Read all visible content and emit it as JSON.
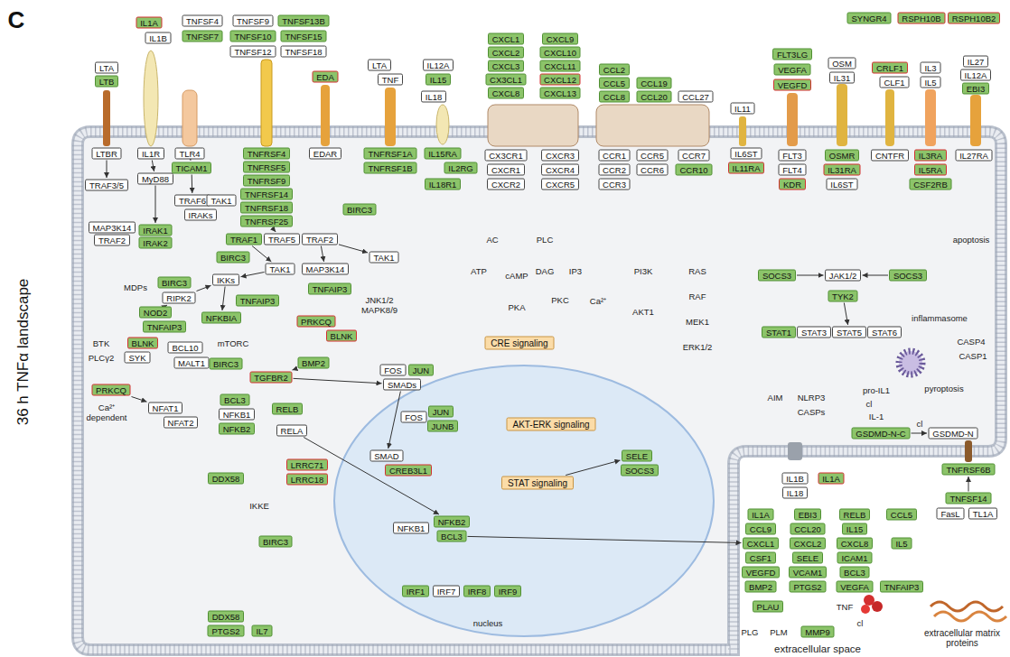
{
  "diagram": {
    "nodes": [
      {
        "text": [
          "SYNGR4"
        ]
      },
      {
        "text": [
          "RSPH10B"
        ]
      },
      {
        "text": [
          "RSPH10B2"
        ]
      },
      {
        "text": [
          "LTA"
        ]
      },
      {
        "text": [
          "LTB"
        ]
      },
      {
        "text": [
          "IL1A"
        ]
      },
      {
        "text": [
          "IL1B"
        ]
      },
      {
        "text": [
          "TNFSF4"
        ]
      },
      {
        "text": [
          "TNFSF9"
        ]
      },
      {
        "text": [
          "TNFSF13B"
        ]
      },
      {
        "text": [
          "TNFSF7"
        ]
      },
      {
        "text": [
          "TNFSF10"
        ]
      },
      {
        "text": [
          "TNFSF15"
        ]
      },
      {
        "text": [
          "TNFSF12"
        ]
      },
      {
        "text": [
          "TNFSF18"
        ]
      },
      {
        "text": [
          "EDA"
        ]
      },
      {
        "text": [
          "LTA"
        ]
      },
      {
        "text": [
          "TNF"
        ]
      },
      {
        "text": [
          "IL12A"
        ]
      },
      {
        "text": [
          "IL15"
        ]
      },
      {
        "text": [
          "IL18"
        ]
      },
      {
        "text": [
          "CXCL1"
        ]
      },
      {
        "text": [
          "CXCL2"
        ]
      },
      {
        "text": [
          "CXCL3"
        ]
      },
      {
        "text": [
          "CX3CL1"
        ]
      },
      {
        "text": [
          "CXCL8"
        ]
      },
      {
        "text": [
          "CXCL9"
        ]
      },
      {
        "text": [
          "CXCL10"
        ]
      },
      {
        "text": [
          "CXCL11"
        ]
      },
      {
        "text": [
          "CXCL12"
        ]
      },
      {
        "text": [
          "CXCL13"
        ]
      },
      {
        "text": [
          "CCL2"
        ]
      },
      {
        "text": [
          "CCL5"
        ]
      },
      {
        "text": [
          "CCL8"
        ]
      },
      {
        "text": [
          "CCL19"
        ]
      },
      {
        "text": [
          "CCL20"
        ]
      },
      {
        "text": [
          "CCL27"
        ]
      },
      {
        "text": [
          "IL11"
        ]
      },
      {
        "text": [
          "FLT3LG"
        ]
      },
      {
        "text": [
          "VEGFA"
        ]
      },
      {
        "text": [
          "VEGFD"
        ]
      },
      {
        "text": [
          "OSM"
        ]
      },
      {
        "text": [
          "IL31"
        ]
      },
      {
        "text": [
          "CRLF1"
        ]
      },
      {
        "text": [
          "CLF1"
        ]
      },
      {
        "text": [
          "IL3"
        ]
      },
      {
        "text": [
          "IL5"
        ]
      },
      {
        "text": [
          "IL27"
        ]
      },
      {
        "text": [
          "IL12A"
        ]
      },
      {
        "text": [
          "EBI3"
        ]
      },
      {
        "text": [
          "LTBR"
        ]
      },
      {
        "text": [
          "IL1R"
        ]
      },
      {
        "text": [
          "TLR4"
        ]
      },
      {
        "text": [
          "TNFRSF4"
        ]
      },
      {
        "text": [
          "TNFRSF5"
        ]
      },
      {
        "text": [
          "TNFRSF9"
        ]
      },
      {
        "text": [
          "TNFRSF14"
        ]
      },
      {
        "text": [
          "TNFRSF18"
        ]
      },
      {
        "text": [
          "TNFRSF25"
        ]
      },
      {
        "text": [
          "EDAR"
        ]
      },
      {
        "text": [
          "TNFRSF1A"
        ]
      },
      {
        "text": [
          "TNFRSF1B"
        ]
      },
      {
        "text": [
          "IL15RA"
        ]
      },
      {
        "text": [
          "IL2RG"
        ]
      },
      {
        "text": [
          "IL18R1"
        ]
      },
      {
        "text": [
          "CX3CR1"
        ]
      },
      {
        "text": [
          "CXCR1"
        ]
      },
      {
        "text": [
          "CXCR2"
        ]
      },
      {
        "text": [
          "CXCR3"
        ]
      },
      {
        "text": [
          "CXCR4"
        ]
      },
      {
        "text": [
          "CXCR5"
        ]
      },
      {
        "text": [
          "CCR1"
        ]
      },
      {
        "text": [
          "CCR2"
        ]
      },
      {
        "text": [
          "CCR3"
        ]
      },
      {
        "text": [
          "CCR5"
        ]
      },
      {
        "text": [
          "CCR6"
        ]
      },
      {
        "text": [
          "CCR7"
        ]
      },
      {
        "text": [
          "CCR10"
        ]
      },
      {
        "text": [
          "IL6ST"
        ]
      },
      {
        "text": [
          "IL11RA"
        ]
      },
      {
        "text": [
          "FLT3"
        ]
      },
      {
        "text": [
          "FLT4"
        ]
      },
      {
        "text": [
          "KDR"
        ]
      },
      {
        "text": [
          "OSMR"
        ]
      },
      {
        "text": [
          "IL31RA"
        ]
      },
      {
        "text": [
          "IL6ST"
        ]
      },
      {
        "text": [
          "CNTFR"
        ]
      },
      {
        "text": [
          "IL3RA"
        ]
      },
      {
        "text": [
          "IL5RA"
        ]
      },
      {
        "text": [
          "CSF2RB"
        ]
      },
      {
        "text": [
          "IL27RA"
        ]
      },
      {
        "text": [
          "MyD88"
        ]
      },
      {
        "text": [
          "TICAM1"
        ]
      },
      {
        "text": [
          "TRAF3/5"
        ]
      },
      {
        "text": [
          "TRAF6"
        ]
      },
      {
        "text": [
          "TAK1"
        ]
      },
      {
        "text": [
          "IRAKs"
        ]
      },
      {
        "text": [
          "IRAK1"
        ]
      },
      {
        "text": [
          "IRAK2"
        ]
      },
      {
        "text": [
          "MAP3K14"
        ]
      },
      {
        "text": [
          "TRAF2"
        ]
      },
      {
        "text": [
          "TRAF1"
        ]
      },
      {
        "text": [
          "TRAF5"
        ]
      },
      {
        "text": [
          "TRAF2"
        ]
      },
      {
        "text": [
          "BIRC3"
        ]
      },
      {
        "text": [
          "BIRC3"
        ]
      },
      {
        "text": [
          "TAK1"
        ]
      },
      {
        "text": [
          "MAP3K14"
        ]
      },
      {
        "text": [
          "TAK1"
        ]
      },
      {
        "text": [
          "TNFAIP3"
        ]
      },
      {
        "text": [
          "IKKs"
        ]
      },
      {
        "text": [
          "TNFAIP3"
        ]
      },
      {
        "text": [
          "BIRC3"
        ]
      },
      {
        "text": [
          "RIPK2"
        ]
      },
      {
        "text": [
          "NOD2"
        ]
      },
      {
        "text": [
          "TNFAIP3"
        ]
      },
      {
        "text": [
          "NFKBIA"
        ]
      },
      {
        "text": [
          "BLNK"
        ]
      },
      {
        "text": [
          "SYK"
        ]
      },
      {
        "text": [
          "BCL10"
        ]
      },
      {
        "text": [
          "MALT1"
        ]
      },
      {
        "text": [
          "BIRC3"
        ]
      },
      {
        "text": [
          "PRKCQ"
        ]
      },
      {
        "text": [
          "NFAT1"
        ]
      },
      {
        "text": [
          "NFAT2"
        ]
      },
      {
        "text": [
          "PRKCQ"
        ]
      },
      {
        "text": [
          "BLNK"
        ]
      },
      {
        "text": [
          "BMP2"
        ]
      },
      {
        "text": [
          "TGFBR2"
        ]
      },
      {
        "text": [
          "FOS"
        ]
      },
      {
        "text": [
          "JUN"
        ]
      },
      {
        "text": [
          "SMADs"
        ]
      },
      {
        "text": [
          "BCL3"
        ]
      },
      {
        "text": [
          "NFKB1"
        ]
      },
      {
        "text": [
          "RELB"
        ]
      },
      {
        "text": [
          "NFKB2"
        ]
      },
      {
        "text": [
          "RELA"
        ]
      },
      {
        "text": [
          "LRRC71"
        ]
      },
      {
        "text": [
          "LRRC18"
        ]
      },
      {
        "text": [
          "DDX58"
        ]
      },
      {
        "text": [
          "BIRC3"
        ]
      },
      {
        "text": [
          "DDX58"
        ]
      },
      {
        "text": [
          "PTGS2"
        ]
      },
      {
        "text": [
          "IL7"
        ]
      },
      {
        "text": [
          "CRE signaling"
        ]
      },
      {
        "text": [
          "FOS"
        ]
      },
      {
        "text": [
          "JUN"
        ]
      },
      {
        "text": [
          "JUNB"
        ]
      },
      {
        "text": [
          "AKT-ERK signaling"
        ]
      },
      {
        "text": [
          "SMAD"
        ]
      },
      {
        "text": [
          "CREB3L1"
        ]
      },
      {
        "text": [
          "STAT signaling"
        ]
      },
      {
        "text": [
          "SELE"
        ]
      },
      {
        "text": [
          "SOCS3"
        ]
      },
      {
        "text": [
          "NFKB1"
        ]
      },
      {
        "text": [
          "NFKB2"
        ]
      },
      {
        "text": [
          "BCL3"
        ]
      },
      {
        "text": [
          "IRF1"
        ]
      },
      {
        "text": [
          "IRF7"
        ]
      },
      {
        "text": [
          "IRF8"
        ]
      },
      {
        "text": [
          "IRF9"
        ]
      },
      {
        "text": [
          "SOCS3"
        ]
      },
      {
        "text": [
          "JAK1/2"
        ]
      },
      {
        "text": [
          "SOCS3"
        ]
      },
      {
        "text": [
          "TYK2"
        ]
      },
      {
        "text": [
          "STAT1"
        ]
      },
      {
        "text": [
          "STAT3"
        ]
      },
      {
        "text": [
          "STAT5"
        ]
      },
      {
        "text": [
          "STAT6"
        ]
      },
      {
        "text": [
          "GSDMD-N-C"
        ]
      },
      {
        "text": [
          "GSDMD-N"
        ]
      },
      {
        "text": [
          "IL1B"
        ]
      },
      {
        "text": [
          "IL1A"
        ]
      },
      {
        "text": [
          "IL18"
        ]
      },
      {
        "text": [
          "TNFRSF6B"
        ]
      },
      {
        "text": [
          "TNFSF14"
        ]
      },
      {
        "text": [
          "FasL"
        ]
      },
      {
        "text": [
          "TL1A"
        ]
      },
      {
        "text": [
          "IL1A"
        ]
      },
      {
        "text": [
          "EBI3"
        ]
      },
      {
        "text": [
          "RELB"
        ]
      },
      {
        "text": [
          "CCL5"
        ]
      },
      {
        "text": [
          "CCL9"
        ]
      },
      {
        "text": [
          "CCL20"
        ]
      },
      {
        "text": [
          "IL15"
        ]
      },
      {
        "text": [
          "CXCL1"
        ]
      },
      {
        "text": [
          "CXCL2"
        ]
      },
      {
        "text": [
          "CXCL8"
        ]
      },
      {
        "text": [
          "IL5"
        ]
      },
      {
        "text": [
          "CSF1"
        ]
      },
      {
        "text": [
          "SELE"
        ]
      },
      {
        "text": [
          "ICAM1"
        ]
      },
      {
        "text": [
          "VEGFD"
        ]
      },
      {
        "text": [
          "VCAM1"
        ]
      },
      {
        "text": [
          "BCL3"
        ]
      },
      {
        "text": [
          "BMP2"
        ]
      },
      {
        "text": [
          "PTGS2"
        ]
      },
      {
        "text": [
          "VEGFA"
        ]
      },
      {
        "text": [
          "TNFAIP3"
        ]
      },
      {
        "text": [
          "PLAU"
        ]
      },
      {
        "text": [
          "MMP9"
        ]
      }
    ],
    "edges": [
      {
        "from": 50,
        "to": 93,
        "arrow": "to"
      },
      {
        "from": 51,
        "to": 91,
        "arrow": "to"
      },
      {
        "from": 52,
        "to": 92,
        "arrow": "to"
      },
      {
        "from": 91,
        "to": 97,
        "arrow": "to"
      },
      {
        "from": 92,
        "to": 94,
        "arrow": "to"
      },
      {
        "from": 58,
        "to": 102,
        "arrow": "to"
      },
      {
        "from": 103,
        "to": 108,
        "arrow": "to"
      },
      {
        "from": 103,
        "to": 107,
        "arrow": "to"
      },
      {
        "from": 101,
        "to": 106,
        "arrow": "to"
      },
      {
        "from": 106,
        "to": 110,
        "arrow": "to"
      },
      {
        "from": 110,
        "to": 116,
        "arrow": "to"
      },
      {
        "from": 114,
        "to": 113,
        "arrow": "to"
      },
      {
        "from": 113,
        "to": 110,
        "arrow": "to"
      },
      {
        "from": 122,
        "to": 123,
        "arrow": "to"
      },
      {
        "from": 128,
        "to": 131,
        "arrow": "to"
      },
      {
        "from": 127,
        "to": 128,
        "arrow": "to"
      },
      {
        "from": 131,
        "to": 149,
        "arrow": "to"
      },
      {
        "from": 136,
        "to": 155,
        "arrow": "to"
      },
      {
        "from": 164,
        "to": 167,
        "arrow": "to"
      },
      {
        "from": 161,
        "to": 162,
        "arrow": "to"
      },
      {
        "from": 163,
        "to": 162,
        "arrow": "to"
      },
      {
        "from": 151,
        "to": 152,
        "arrow": "to"
      },
      {
        "from": 156,
        "to": 185,
        "arrow": "to"
      },
      {
        "from": 169,
        "to": 170,
        "arrow": "to"
      },
      {
        "from": 175,
        "to": 174,
        "arrow": "to"
      }
    ],
    "labels": [
      "C",
      "36 h TNFα landscape",
      "MDPs",
      "BTK",
      "PLCγ2",
      "Ca²⁺ dependent",
      "JNK1/2 MAPK8/9",
      "mTORC",
      "IKKE",
      "AC",
      "PLC",
      "ATP",
      "cAMP",
      "PKA",
      "DAG",
      "PKC",
      "IP3",
      "Ca²⁺",
      "PI3K",
      "AKT1",
      "RAS",
      "RAF",
      "MEK1",
      "ERK1/2",
      "apoptosis",
      "inflammasome",
      "CASP4",
      "CASP1",
      "AIM",
      "NLRP3",
      "CASPs",
      "pro-IL1",
      "cl",
      "IL-1",
      "pyroptosis",
      "cl",
      "nucleus",
      "TNF",
      "cl",
      "PLG",
      "PLM",
      "extracellular space",
      "extracellular matrix proteins"
    ]
  }
}
